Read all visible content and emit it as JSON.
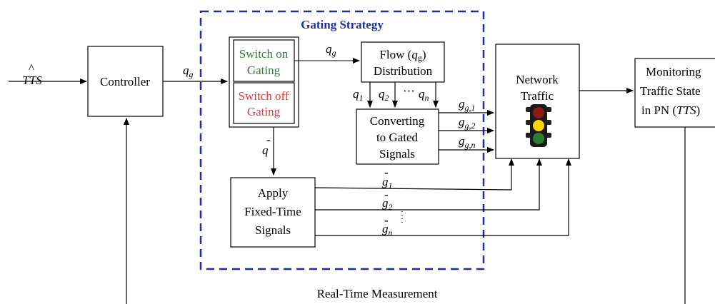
{
  "diagram": {
    "title": "Gating Strategy",
    "colors": {
      "gating_border": "#1f2f9a",
      "gating_title": "#1f2f9a",
      "switch_on": "#2e7d32",
      "switch_off": "#e53935",
      "light_red": "#8b1a1a",
      "light_yellow": "#ffd600",
      "light_green": "#2e7d32"
    },
    "input_label": "TTS",
    "input_hat": "^",
    "controller": "Controller",
    "controller_out": {
      "sym": "q",
      "sub": "g"
    },
    "switch_on": [
      "Switch on",
      "Gating"
    ],
    "switch_off": [
      "Switch off",
      "Gating"
    ],
    "switch_out": {
      "sym": "q",
      "sub": "g"
    },
    "qbar": {
      "sym": "q",
      "bar": "-"
    },
    "flow_dist": [
      "Flow (",
      "q",
      "g",
      ")",
      "Distribution"
    ],
    "q_labels": [
      {
        "sym": "q",
        "sub": "1"
      },
      {
        "sym": "q",
        "sub": "2"
      },
      {
        "sym": "q",
        "sub": "n"
      }
    ],
    "q_dots": "···",
    "converting": [
      "Converting",
      "to Gated",
      "Signals"
    ],
    "g_labels": [
      {
        "sym": "g",
        "sub": "g,1"
      },
      {
        "sym": "g",
        "sub": "g,2"
      },
      {
        "sym": "g",
        "sub": "g,n"
      }
    ],
    "gbar_labels": [
      {
        "sym": "g",
        "sub": "1"
      },
      {
        "sym": "g",
        "sub": "2"
      },
      {
        "sym": "g",
        "sub": "n"
      }
    ],
    "apply": [
      "Apply",
      "Fixed-Time",
      "Signals"
    ],
    "network": [
      "Network",
      "Traffic"
    ],
    "monitoring": [
      "Monitoring",
      "Traffic State",
      "in PN (",
      "TTS",
      ")"
    ],
    "measurement": "Real-Time Measurement"
  }
}
